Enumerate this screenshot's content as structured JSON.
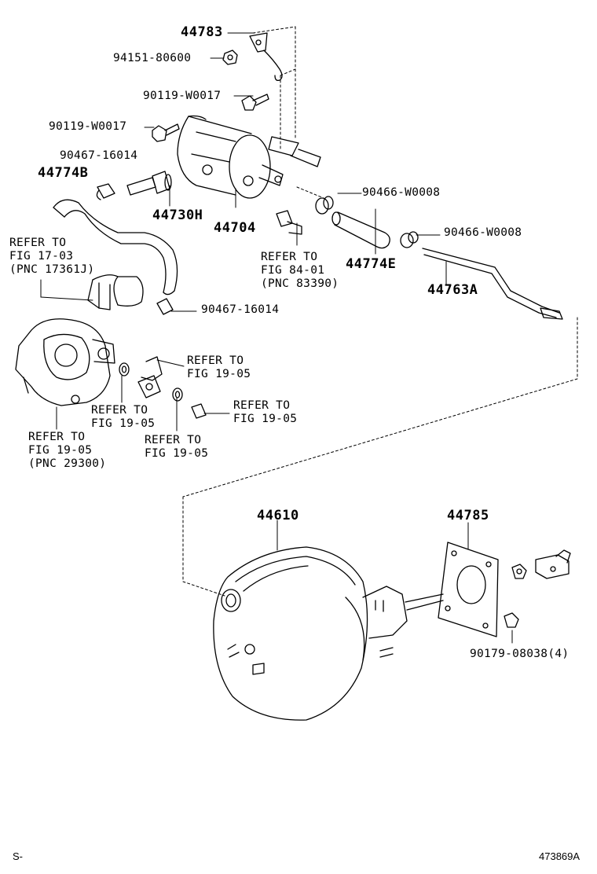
{
  "labels": {
    "p44783": "44783",
    "p94151": "94151-80600",
    "p90119a": "90119-W0017",
    "p90119b": "90119-W0017",
    "p90467a": "90467-16014",
    "p44774b": "44774B",
    "p44730h": "44730H",
    "p44704": "44704",
    "p90466a": "90466-W0008",
    "p90466b": "90466-W0008",
    "p44774e": "44774E",
    "p44763a": "44763A",
    "p90467b": "90467-16014",
    "p44610": "44610",
    "p44785": "44785",
    "p90179": "90179-08038(4)"
  },
  "refers": {
    "r1": [
      "REFER TO",
      "FIG 17-03",
      "(PNC 17361J)"
    ],
    "r2": [
      "REFER TO",
      "FIG 84-01",
      "(PNC 83390)"
    ],
    "r3": [
      "REFER TO",
      "FIG 19-05"
    ],
    "r4": [
      "REFER TO",
      "FIG 19-05"
    ],
    "r5": [
      "REFER TO",
      "FIG 19-05"
    ],
    "r6": [
      "REFER TO",
      "FIG 19-05"
    ],
    "r7": [
      "REFER TO",
      "FIG 19-05",
      "(PNC 29300)"
    ]
  },
  "footer": {
    "left": "S-",
    "right": "473869A"
  }
}
